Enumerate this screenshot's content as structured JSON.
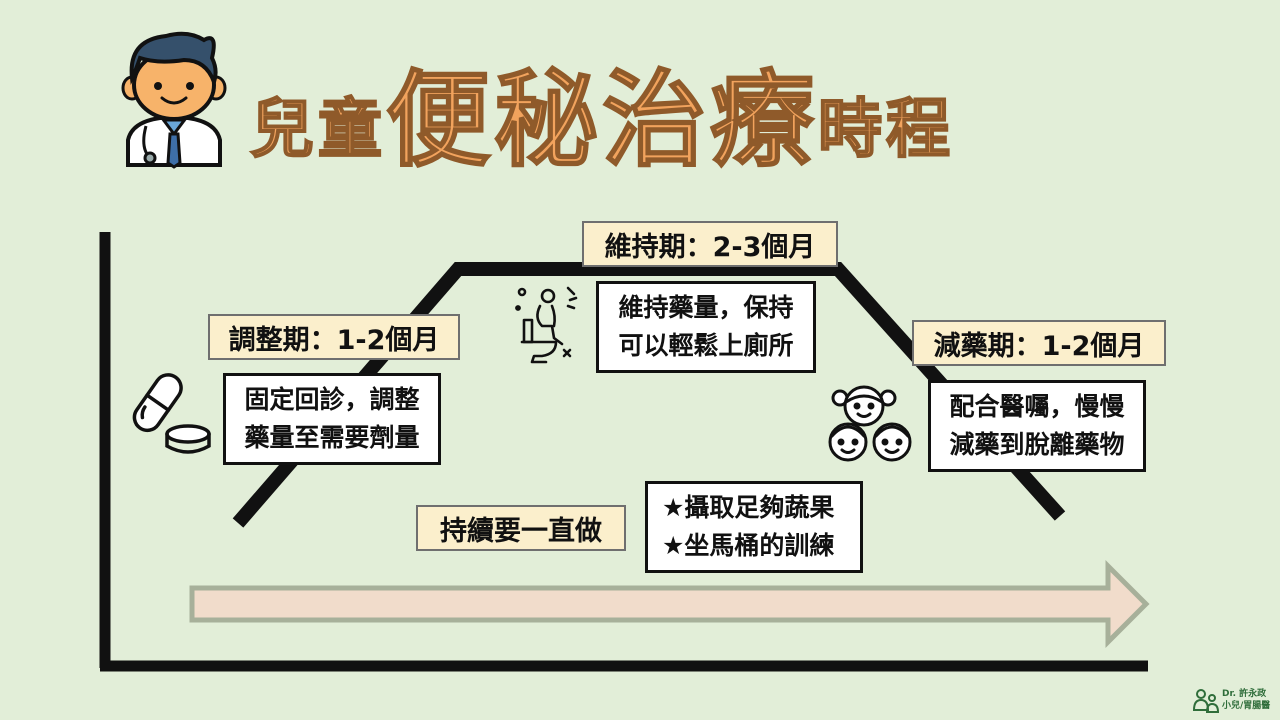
{
  "header": {
    "title_part1": "兒童",
    "title_part2": "便秘治療",
    "title_part3": "時程"
  },
  "phases": {
    "adjust": {
      "label": "調整期：1-2個月",
      "lines": [
        "固定回診，調整",
        "藥量至需要劑量"
      ]
    },
    "maintain": {
      "label": "維持期：2-3個月",
      "lines": [
        "維持藥量，保持",
        "可以輕鬆上廁所"
      ]
    },
    "taper": {
      "label": "減藥期：1-2個月",
      "lines": [
        "配合醫囑，慢慢",
        "減藥到脫離藥物"
      ]
    }
  },
  "continuous": {
    "label": "持續要一直做",
    "items": [
      "★攝取足夠蔬果",
      "★坐馬桶的訓練"
    ]
  },
  "credit": {
    "line1": "Dr. 許永政",
    "line2": "小兒/胃腸醫"
  },
  "colors": {
    "background": "#e2eed8",
    "title_fill": "#f2a35d",
    "title_outline": "#8f5a2a",
    "phase_label_bg": "#fbefcc",
    "arrow_fill": "#f1dccb",
    "arrow_border": "#a7b09a",
    "credit_green": "#2f6d3a"
  },
  "icons": [
    "doctor-icon",
    "pill-icon",
    "toilet-icon",
    "children-icon",
    "doctor-logo-icon"
  ]
}
